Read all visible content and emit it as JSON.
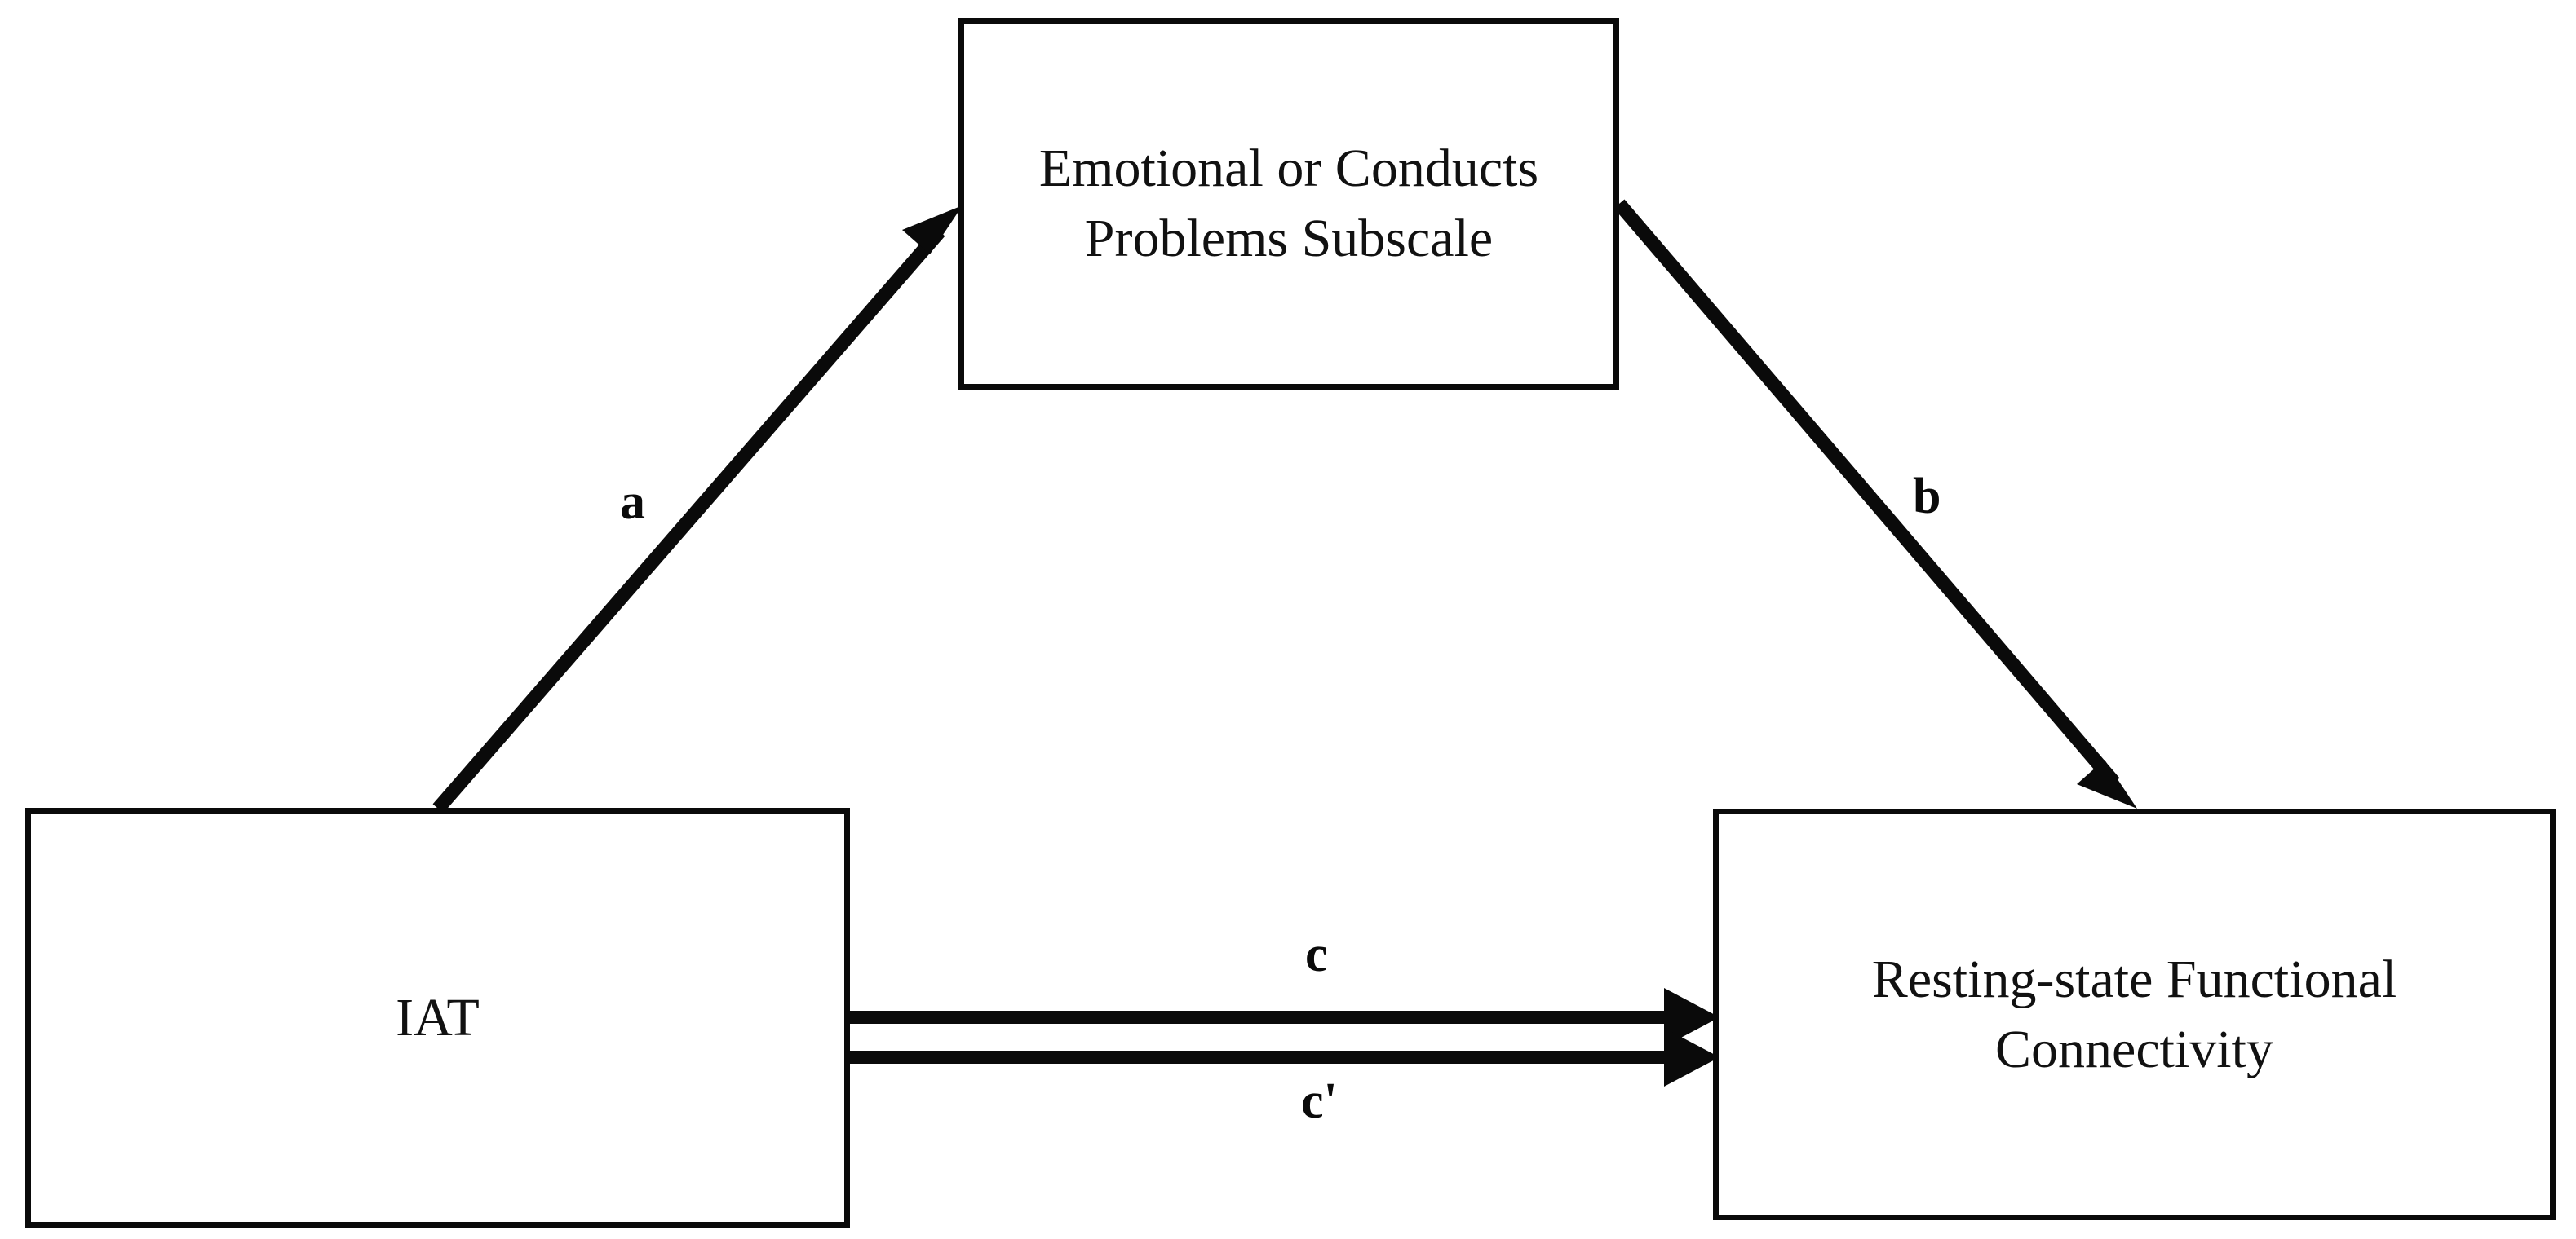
{
  "diagram": {
    "type": "mediation-model",
    "background_color": "#ffffff",
    "stroke_color": "#0a0a0a",
    "nodes": [
      {
        "id": "mediator",
        "label": "Emotional or Conducts Problems Subscale",
        "role": "mediator",
        "position": "top-center"
      },
      {
        "id": "predictor",
        "label": "IAT",
        "role": "independent-variable",
        "position": "bottom-left"
      },
      {
        "id": "outcome",
        "label": "Resting-state Functional Connectivity",
        "role": "dependent-variable",
        "position": "bottom-right"
      }
    ],
    "paths": [
      {
        "id": "a",
        "label": "a",
        "from": "predictor",
        "to": "mediator",
        "style": "single-arrow-diagonal-up-right"
      },
      {
        "id": "b",
        "label": "b",
        "from": "mediator",
        "to": "outcome",
        "style": "single-arrow-diagonal-down-right"
      },
      {
        "id": "c",
        "label": "c",
        "from": "predictor",
        "to": "outcome",
        "style": "horizontal-arrow-upper"
      },
      {
        "id": "c-prime",
        "label": "c'",
        "from": "predictor",
        "to": "outcome",
        "style": "horizontal-arrow-lower"
      }
    ]
  }
}
